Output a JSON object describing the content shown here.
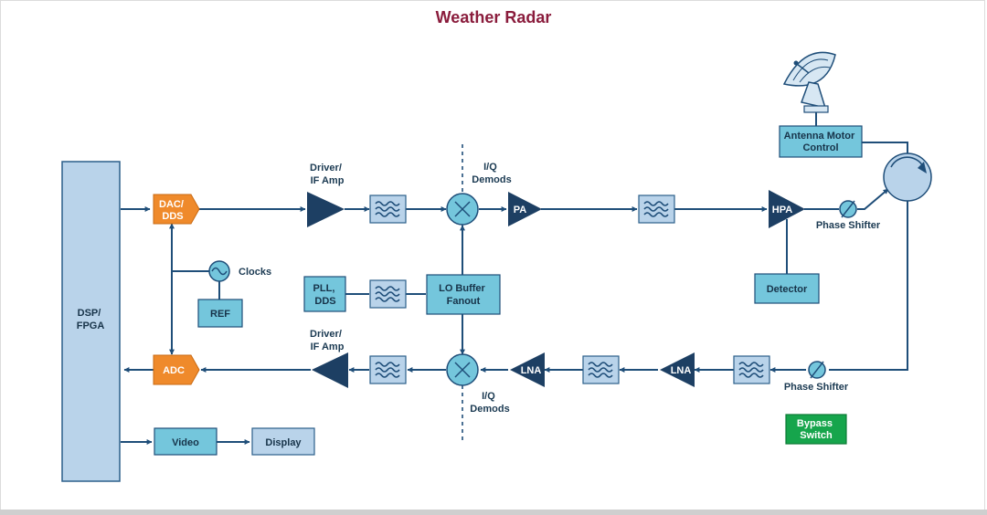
{
  "title": "Weather Radar",
  "colors": {
    "dsp_fill": "#b9d3ea",
    "block_fill": "#74c6dc",
    "orange": "#ef8a2b",
    "navy": "#1d3f63",
    "green": "#16a54c",
    "wire": "#1f4e79",
    "title": "#8a1c3c"
  },
  "blocks": {
    "dsp": "DSP/\nFPGA",
    "dac": "DAC/\nDDS",
    "adc": "ADC",
    "ref": "REF",
    "pll": "PLL,\nDDS",
    "lo_buffer": "LO Buffer\nFanout",
    "detector": "Detector",
    "antenna_motor": "Antenna Motor\nControl",
    "video": "Video",
    "display": "Display",
    "bypass": "Bypass\nSwitch"
  },
  "amps": {
    "pa": "PA",
    "hpa": "HPA",
    "lna_rx1": "LNA",
    "lna_rx2": "LNA"
  },
  "labels": {
    "clocks": "Clocks",
    "driver_tx": "Driver/\nIF Amp",
    "driver_rx": "Driver/\nIF Amp",
    "iq_tx": "I/Q\nDemods",
    "iq_rx": "I/Q\nDemods",
    "phase_tx": "Phase Shifter",
    "phase_rx": "Phase Shifter"
  },
  "icons": [
    "filter-icon",
    "mixer-icon",
    "oscillator-icon",
    "phase-shifter-icon",
    "circulator-icon",
    "radar-dish-icon"
  ]
}
